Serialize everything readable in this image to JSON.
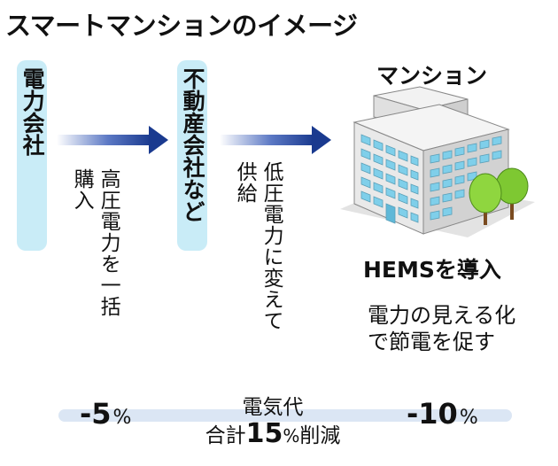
{
  "title": "スマートマンションのイメージ",
  "actors": {
    "power_company": "電力会社",
    "real_estate": "不動産会社など",
    "mansion": "マンション"
  },
  "flow_notes": {
    "step1": {
      "line1": "高圧電力を一括",
      "line2": "購入"
    },
    "step2": {
      "line1": "低圧電力に変えて",
      "line2": "供給"
    }
  },
  "hems": {
    "label": "HEMSを導入",
    "effect_line1": "電力の見える化",
    "effect_line2": "で節電を促す"
  },
  "savings": {
    "left_value": "-5",
    "left_unit": "%",
    "right_value": "-10",
    "right_unit": "%",
    "total_line1": "電気代",
    "total_prefix": "合計",
    "total_value": "15",
    "total_unit": "%",
    "total_suffix": "削減"
  },
  "colors": {
    "pill_bg": "#c9ecf7",
    "arrow": "#1a3a8f",
    "building_glass": "#7fcfea",
    "tree": "#7ec832"
  },
  "icons": [
    "arrow-right-icon",
    "building-icon",
    "tree-icon"
  ]
}
